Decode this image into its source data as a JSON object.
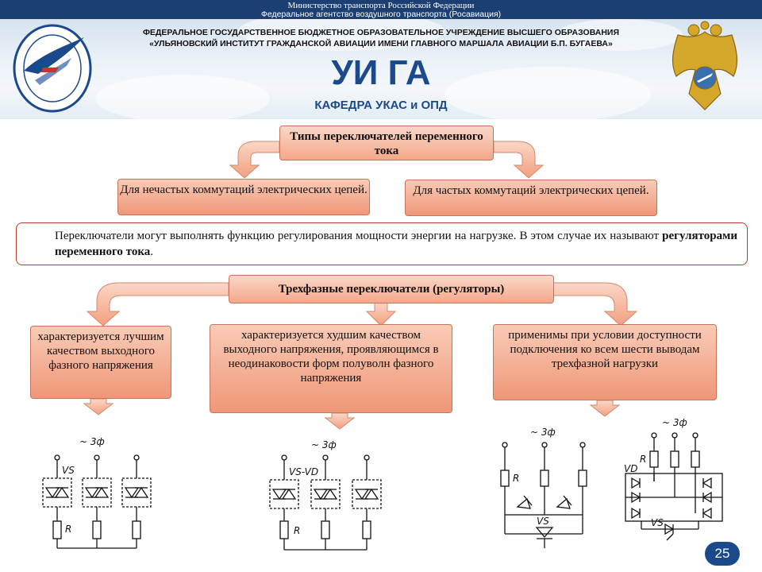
{
  "top_bar": {
    "line1": "Министерство транспорта Российской Федерации",
    "line2": "Федеральное агентство воздушного транспорта (Росавиация)"
  },
  "header": {
    "institution_line1": "ФЕДЕРАЛЬНОЕ ГОСУДАРСТВЕННОЕ БЮДЖЕТНОЕ ОБРАЗОВАТЕЛЬНОЕ УЧРЕЖДЕНИЕ ВЫСШЕГО ОБРАЗОВАНИЯ",
    "institution_line2": "«УЛЬЯНОВСКИЙ ИНСТИТУТ ГРАЖДАНСКОЙ АВИАЦИИ ИМЕНИ ГЛАВНОГО МАРШАЛА АВИАЦИИ Б.П. БУГАЕВА»",
    "title": "УИ ГА",
    "department": "КАФЕДРА УКАС и ОПД"
  },
  "diagram": {
    "top_title": "Типы переключателей переменного тока",
    "left_type": "Для нечастых коммутаций электрических цепей.",
    "right_type": "Для частых коммутаций электрических цепей.",
    "note_text": "Переключатели могут выполнять функцию регулирования мощности энергии на нагрузке. В этом случае их называют ",
    "note_bold": "регуляторами переменного тока",
    "note_end": ".",
    "three_phase_title": "Трехфазные переключатели (регуляторы)",
    "feature_1": "характеризуется лучшим качеством выходного фазного напряжения",
    "feature_2": "характеризуется худшим качеством выходного напряжения, проявляющимся в неодинаковости форм полуволн фазного напряжения",
    "feature_3": "применимы при условии доступности подключения ко всем шести выводам трехфазной нагрузки"
  },
  "circuits": {
    "c1": {
      "supply": "~ 3ф",
      "device": "VS",
      "load": "R"
    },
    "c2": {
      "supply": "~ 3ф",
      "device": "VS-VD",
      "load": "R"
    },
    "c3": {
      "supply": "~ 3ф",
      "device": "VS",
      "load": "R"
    },
    "c4": {
      "supply": "~ 3ф",
      "device_vd": "VD",
      "device_vs": "VS",
      "load": "R"
    }
  },
  "page_number": "25",
  "colors": {
    "accent": "#1b4a8c",
    "box": "#f4a88a",
    "note_border": "#c0392b"
  }
}
